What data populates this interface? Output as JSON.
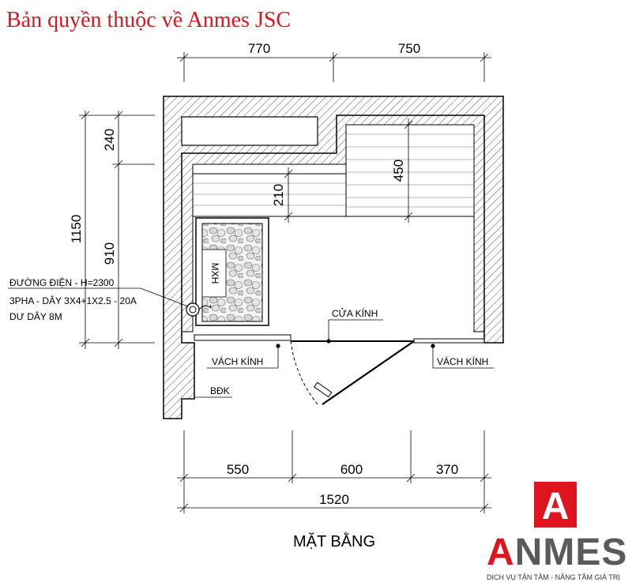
{
  "copyright": "Bản quyền thuộc về Anmes JSC",
  "dimensions": {
    "top_left": "770",
    "top_right": "750",
    "left_overall": "1150",
    "left_upper": "240",
    "left_lower": "910",
    "bench_depth": "210",
    "upper_bench": "450",
    "bottom_left": "550",
    "bottom_mid": "600",
    "bottom_right": "370",
    "bottom_total": "1520"
  },
  "labels": {
    "heater": "MXH",
    "glass_door": "CỬA KÍNH",
    "glass_wall_left": "VÁCH KÍNH",
    "glass_wall_right": "VÁCH KÍNH",
    "control_box": "BĐK",
    "power_line1": "ĐƯỜNG ĐIỆN - H=2300",
    "power_line2": "3PHA - DÂY 3X4+1X2.5 - 20A",
    "power_line3": "DƯ DÂY 8M",
    "plan_title": "MẶT BẰNG"
  },
  "brand": {
    "name_first": "A",
    "name_rest": "NMES",
    "tagline": "DỊCH VỤ TẬN TÂM - NÂNG TẦM GIÁ TRỊ",
    "logo_letter": "A",
    "color_red": "#e0141e",
    "color_gray": "#5a5a5a"
  }
}
